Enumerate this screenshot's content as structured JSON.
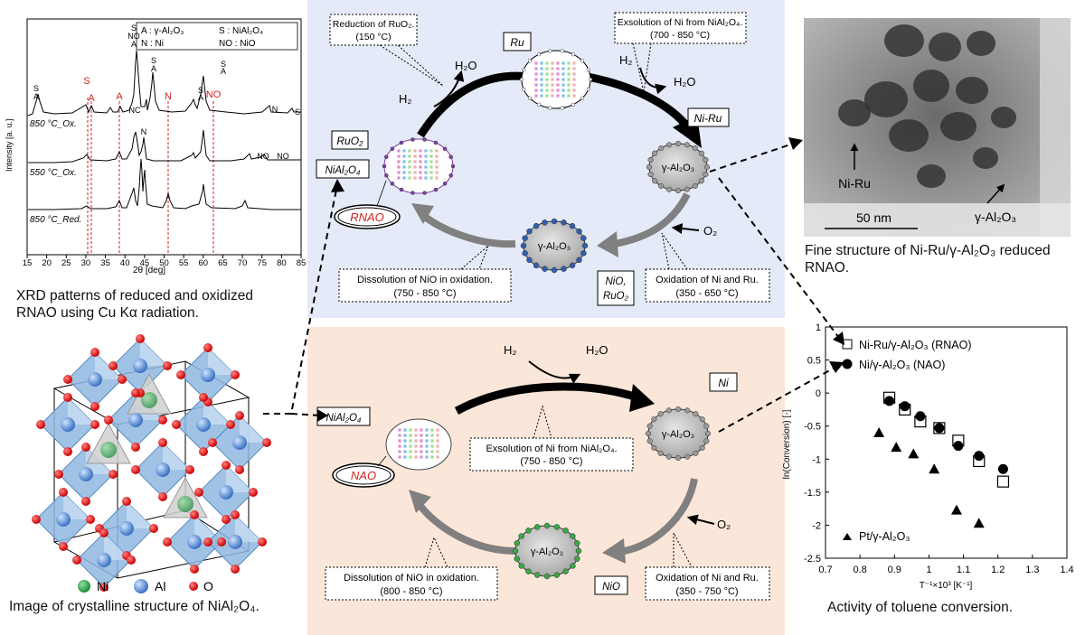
{
  "xrd": {
    "legend": {
      "a": "A : γ-Al₂O₃",
      "s": "S : NiAl₂O₄",
      "n": "N : Ni",
      "no": "NO : NiO"
    },
    "ylabel": "Intensity [a. u.]",
    "xlabel": "2θ [deg]",
    "xticks": [
      "15",
      "20",
      "25",
      "30",
      "35",
      "40",
      "45",
      "50",
      "55",
      "60",
      "65",
      "70",
      "75",
      "80",
      "85"
    ],
    "traces": [
      "850 °C_Ox.",
      "550 °C_Ox.",
      "850 °C_Red."
    ],
    "peaks": {
      "s": "S",
      "a": "A",
      "n": "N",
      "no": "NO",
      "nc": "NC"
    },
    "caption_line1": "XRD patterns of reduced and oxidized",
    "caption_line2": "RNAO using Cu Kα radiation."
  },
  "crystal": {
    "legend": {
      "ni": "Ni",
      "al": "Al",
      "o": "O"
    },
    "caption": "Image of crystalline structure of NiAl₂O₄."
  },
  "rnao_cycle": {
    "callout_reduction_1": "Reduction of RuO₂.",
    "callout_reduction_2": "(150 °C)",
    "callout_exsolution_1": "Exsolution of Ni from NiAl₂O₄.",
    "callout_exsolution_2": "(700 - 850 °C)",
    "callout_dissolution_1": "Dissolution of NiO in oxidation.",
    "callout_dissolution_2": "(750 - 850 °C)",
    "callout_oxidation_1": "Oxidation of Ni and Ru.",
    "callout_oxidation_2": "(350 - 650 °C)",
    "label_ru": "Ru",
    "label_niru": "Ni-Ru",
    "label_ruo2": "RuO₂",
    "label_nial2o4": "NiAl₂O₄",
    "label_nio_ruo2_1": "NiO,",
    "label_nio_ruo2_2": "RuO₂",
    "label_rnao": "RNAO",
    "h2": "H₂",
    "h2o": "H₂O",
    "h2o_right": "H₂O",
    "h2_right": "H₂",
    "o2": "O₂",
    "particle": "γ-Al₂O₃",
    "particle_bottom": "γ-Al₂O₃"
  },
  "nao_cycle": {
    "label_nial2o4": "NiAl₂O₄",
    "label_nao": "NAO",
    "label_ni": "Ni",
    "label_nio": "NiO",
    "h2": "H₂",
    "h2o": "H₂O",
    "o2": "O₂",
    "callout_exsolution_1": "Exsolution of Ni from NiAl₂O₄.",
    "callout_exsolution_2": "(750 - 850 °C)",
    "callout_dissolution_1": "Dissolution of NiO in oxidation.",
    "callout_dissolution_2": "(800 - 850 °C)",
    "callout_oxidation_1": "Oxidation of Ni and Ru.",
    "callout_oxidation_2": "(350 - 750 °C)",
    "particle": "γ-Al₂O₃",
    "particle_bottom": "γ-Al₂O₃"
  },
  "tem": {
    "label_niru": "Ni-Ru",
    "scale": "50 nm",
    "label_support": "γ-Al₂O₃",
    "caption_line1": "Fine structure of Ni-Ru/γ-Al₂O₃ reduced",
    "caption_line2": "RNAO."
  },
  "chart_data": {
    "type": "scatter",
    "ylabel": "ln(Conversion) [-]",
    "xlabel": "T⁻¹×10³ [K⁻¹]",
    "xlim": [
      0.7,
      1.4
    ],
    "ylim": [
      -2.5,
      1
    ],
    "xticks": [
      "0.7",
      "0.8",
      "0.9",
      "1",
      "1.1",
      "1.2",
      "1.3",
      "1.4"
    ],
    "yticks": [
      "1",
      "0.5",
      "0",
      "-0.5",
      "-1",
      "-1.5",
      "-2",
      "-2.5"
    ],
    "caption": "Activity of toluene conversion.",
    "series": [
      {
        "name": "Ni-Ru/γ-Al₂O₃ (RNAO)",
        "marker": "square-open",
        "x": [
          0.885,
          0.93,
          0.975,
          1.03,
          1.085,
          1.145,
          1.215
        ],
        "y": [
          -0.07,
          -0.25,
          -0.43,
          -0.53,
          -0.72,
          -1.03,
          -1.34
        ]
      },
      {
        "name": "Ni/γ-Al₂O₃ (NAO)",
        "marker": "circle-filled",
        "x": [
          0.885,
          0.93,
          0.975,
          1.03,
          1.085,
          1.145,
          1.215
        ],
        "y": [
          -0.12,
          -0.2,
          -0.35,
          -0.53,
          -0.8,
          -0.95,
          -1.15
        ]
      },
      {
        "name": "Pt/γ-Al₂O₃",
        "marker": "triangle-filled",
        "x": [
          0.855,
          0.905,
          0.955,
          1.015,
          1.08,
          1.145
        ],
        "y": [
          -0.6,
          -0.82,
          -0.92,
          -1.15,
          -1.77,
          -1.97
        ]
      }
    ]
  }
}
